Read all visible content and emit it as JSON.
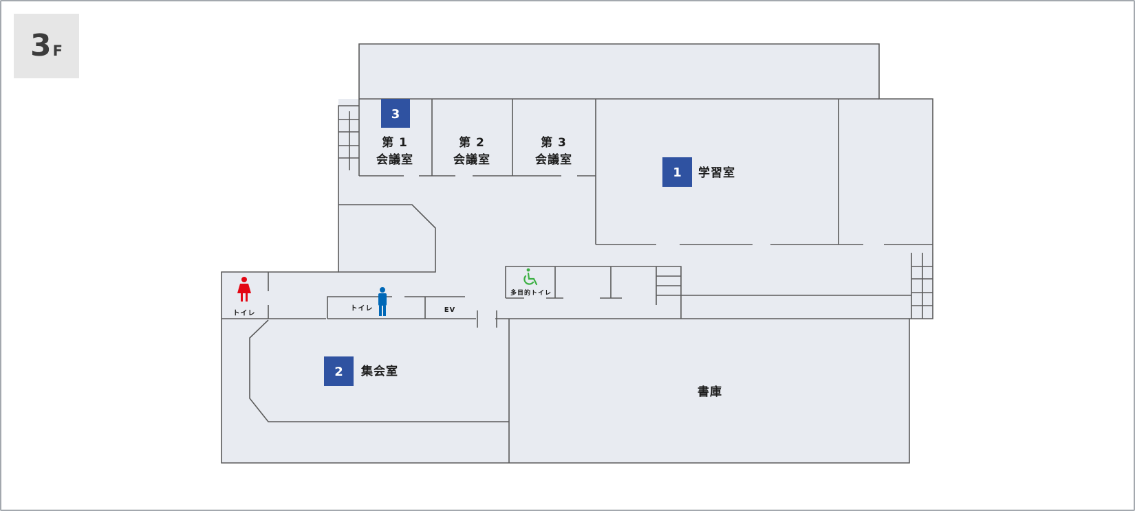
{
  "floor": {
    "number": "3",
    "unit": "F"
  },
  "rooms": {
    "meeting1": {
      "line1": "第 1",
      "line2": "会議室",
      "marker": "3"
    },
    "meeting2": {
      "line1": "第 2",
      "line2": "会議室"
    },
    "meeting3": {
      "line1": "第 3",
      "line2": "会議室"
    },
    "study": {
      "label": "学習室",
      "marker": "1"
    },
    "assembly": {
      "label": "集会室",
      "marker": "2"
    },
    "archive": {
      "label": "書庫"
    }
  },
  "facilities": {
    "toilet_female": "トイレ",
    "toilet_male": "トイレ",
    "elevator": "EV",
    "multipurpose_toilet": "多目的トイレ"
  },
  "colors": {
    "floor_fill": "#e8ebf1",
    "wall": "#5a5a5a",
    "marker": "#2f52a1",
    "female_icon": "#e30613",
    "male_icon": "#0068b7",
    "accessible_icon": "#3cb043"
  },
  "icons": [
    "female-toilet-icon",
    "male-toilet-icon",
    "wheelchair-icon"
  ]
}
